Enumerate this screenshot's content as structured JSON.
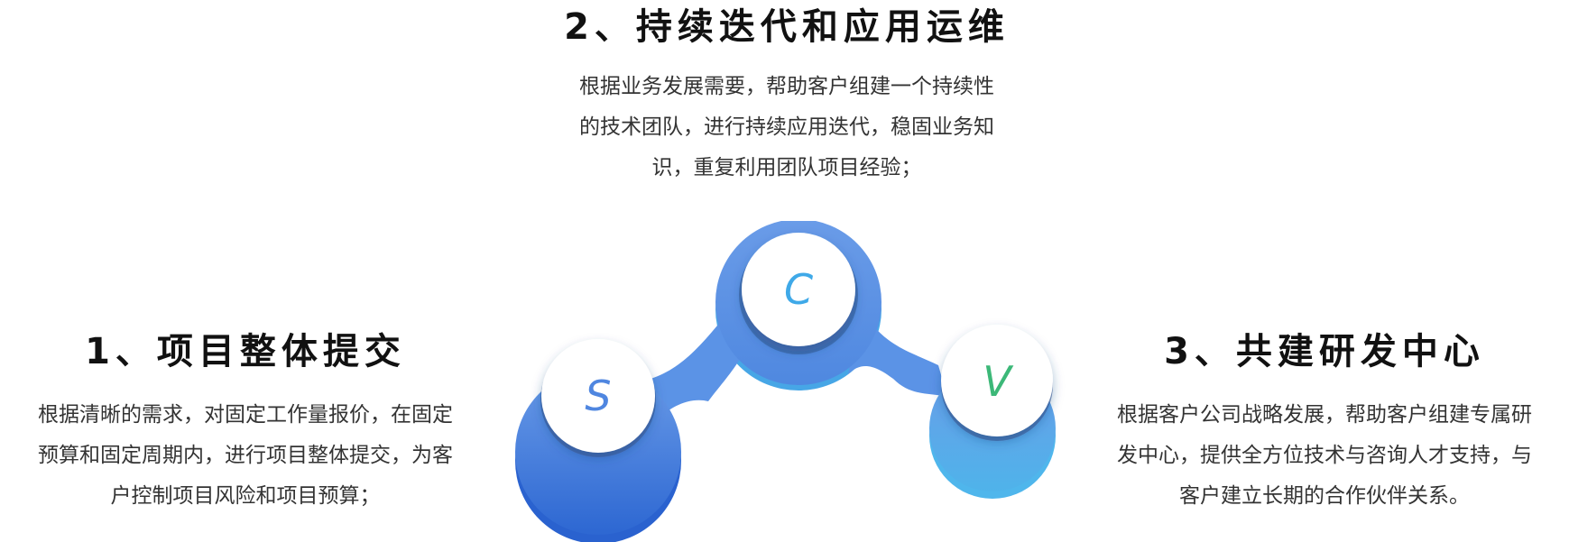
{
  "sections": {
    "s1": {
      "title": "1、项目整体提交",
      "desc_lines": [
        "根据清晰的需求，对固定工作量报价，在固定",
        "预算和固定周期内，进行项目整体提交，为客",
        "户控制项目风险和项目预算；"
      ]
    },
    "s2": {
      "title": "2、持续迭代和应用运维",
      "desc_lines": [
        "根据业务发展需要，帮助客户组建一个持续性",
        "的技术团队，进行持续应用迭代，稳固业务知",
        "识，重复利用团队项目经验；"
      ]
    },
    "s3": {
      "title": "3、共建研发中心",
      "desc_lines": [
        "根据客户公司战略发展，帮助客户组建专属研",
        "发中心，提供全方位技术与咨询人才支持，与",
        "客户建立长期的合作伙伴关系。"
      ]
    }
  },
  "badges": {
    "s": {
      "letter": "S",
      "color": "#4f86e0"
    },
    "c": {
      "letter": "C",
      "color": "#3fa9e8"
    },
    "v": {
      "letter": "V",
      "color": "#3cb878"
    }
  },
  "colors": {
    "ring_main": "#5b93e6",
    "ring_dark": "#2f6fd6",
    "ring_light": "#55b8ec"
  }
}
